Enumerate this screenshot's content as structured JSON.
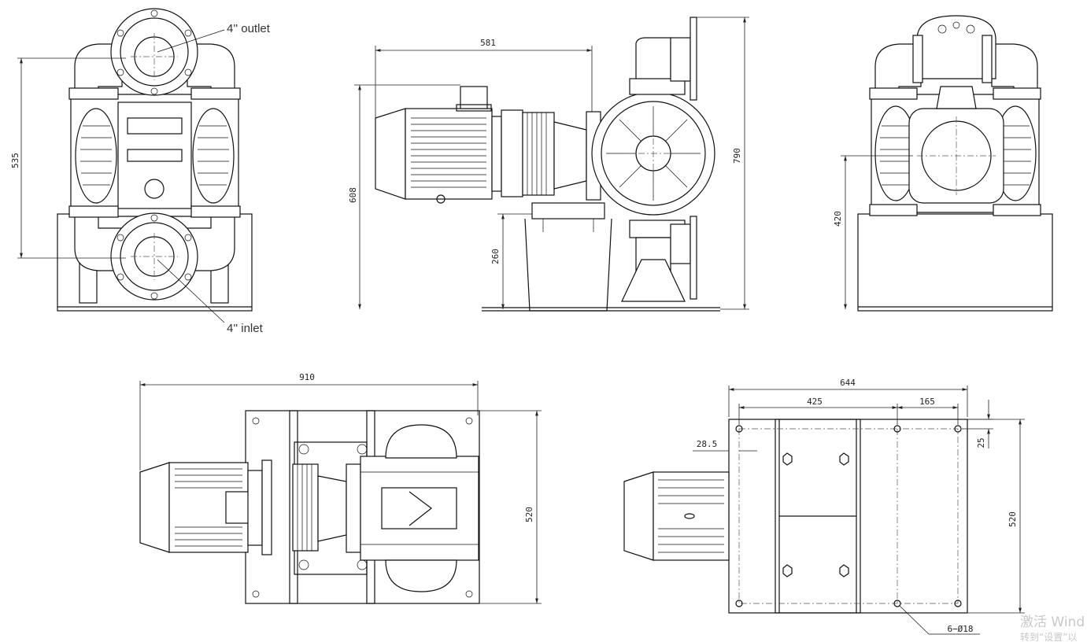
{
  "labels": {
    "outlet": "4'' outlet",
    "inlet": "4'' inlet",
    "holes": "6−Ø18"
  },
  "dimensions": {
    "front_height": "535",
    "side_width": "581",
    "side_total_height": "790",
    "side_motor_height": "608",
    "side_base_height": "260",
    "rear_height": "420",
    "top_length": "910",
    "top_width": "520",
    "base_length": "644",
    "base_span1": "425",
    "base_span2": "165",
    "base_offset": "28.5",
    "base_edge": "25",
    "base_width": "520"
  },
  "watermark": {
    "line1": "激活 Wind",
    "line2": "转到“设置”以"
  }
}
